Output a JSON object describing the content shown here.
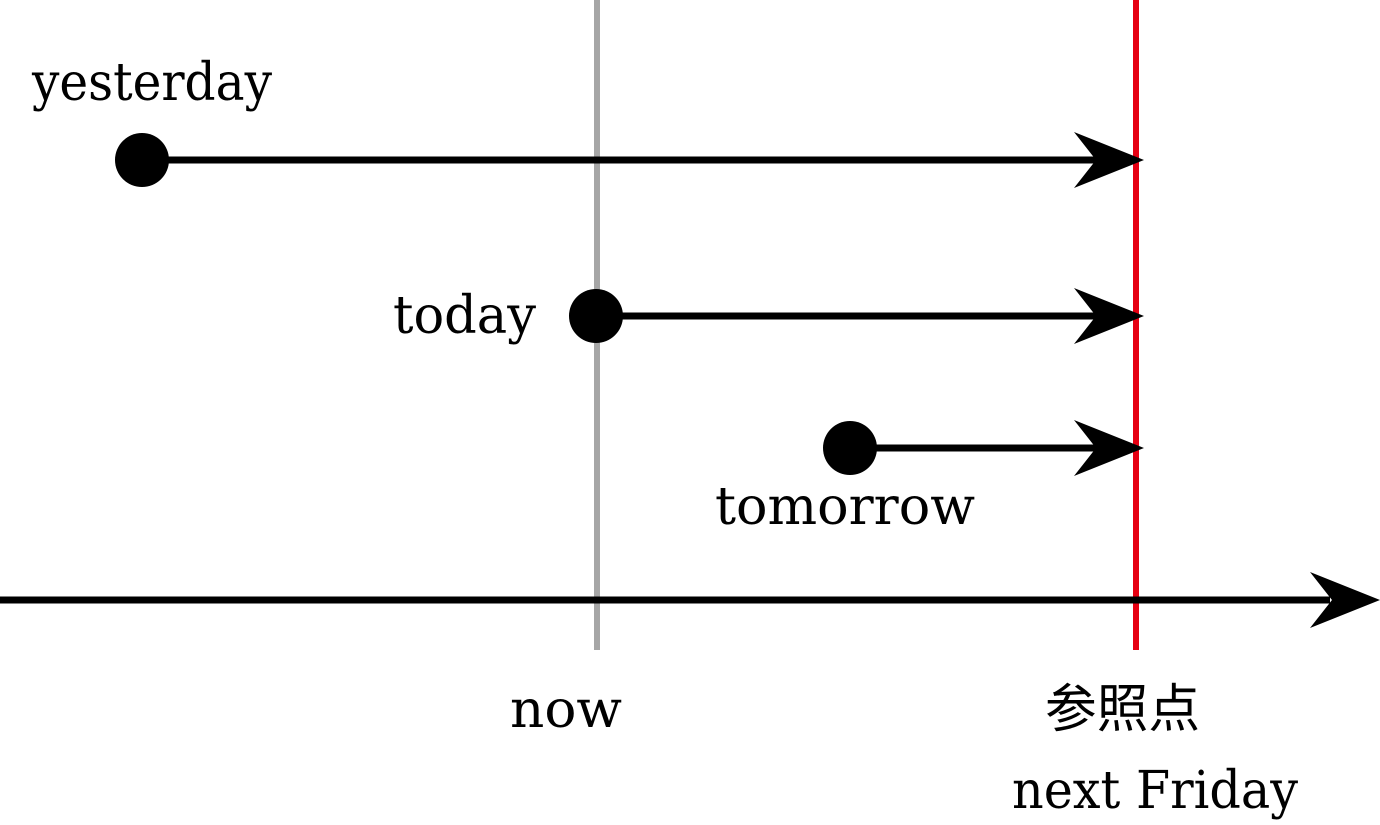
{
  "colors": {
    "ink": "#000000",
    "now_line": "#a6a6a6",
    "reference_line": "#e60012",
    "background": "#ffffff"
  },
  "labels": {
    "yesterday": "yesterday",
    "today": "today",
    "tomorrow": "tomorrow",
    "now": "now",
    "reference_point": "参照点",
    "next_friday": "next Friday"
  }
}
